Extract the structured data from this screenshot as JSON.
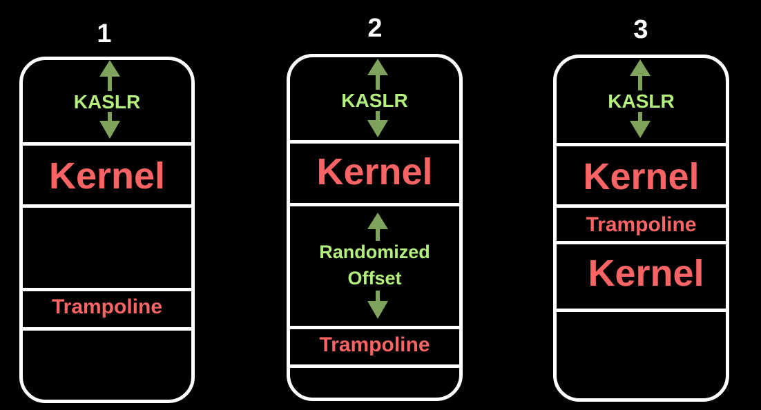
{
  "columns": [
    {
      "number": "1",
      "segments": {
        "top_label": "KASLR",
        "kernel": "Kernel",
        "trampoline": "Trampoline"
      }
    },
    {
      "number": "2",
      "segments": {
        "top_label": "KASLR",
        "kernel": "Kernel",
        "offset_line1": "Randomized",
        "offset_line2": "Offset",
        "trampoline": "Trampoline"
      }
    },
    {
      "number": "3",
      "segments": {
        "top_label": "KASLR",
        "kernel": "Kernel",
        "trampoline": "Trampoline",
        "kernel_lower": "Kernel"
      }
    }
  ],
  "colors": {
    "background": "#000000",
    "outline": "#ffffff",
    "kernel_text": "#fa6464",
    "label_green": "#b4f07e",
    "arrow_green": "#7fa35c"
  }
}
